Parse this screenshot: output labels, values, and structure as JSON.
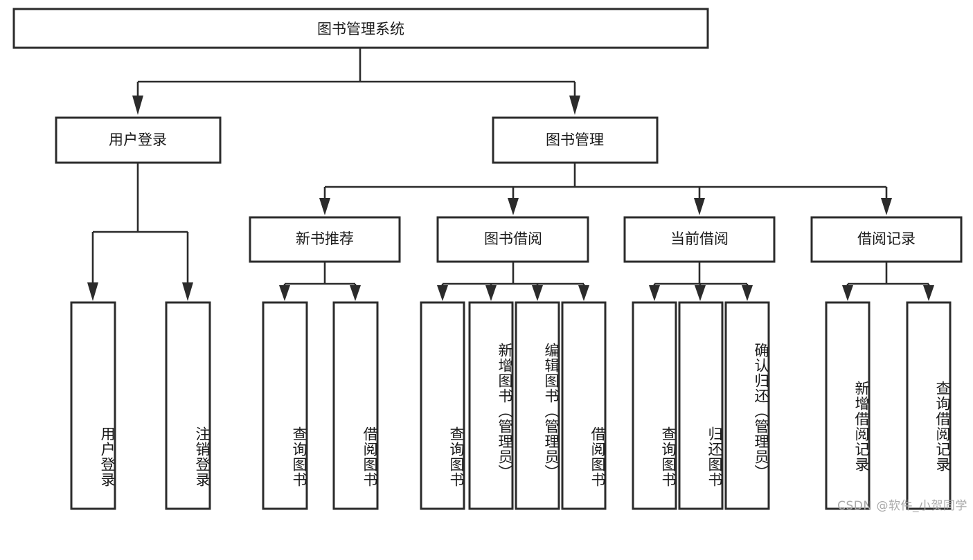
{
  "diagram": {
    "type": "tree",
    "title": "图书管理系统",
    "watermark": "CSDN @软件_小贺同学",
    "root": {
      "id": "root",
      "label": "图书管理系统",
      "orientation": "horizontal"
    },
    "level1": [
      {
        "id": "user-login",
        "label": "用户登录",
        "orientation": "horizontal"
      },
      {
        "id": "book-management",
        "label": "图书管理",
        "orientation": "horizontal"
      }
    ],
    "level2": [
      {
        "id": "new-book-recommend",
        "label": "新书推荐",
        "parent": "book-management",
        "orientation": "horizontal"
      },
      {
        "id": "book-borrow",
        "label": "图书借阅",
        "parent": "book-management",
        "orientation": "horizontal"
      },
      {
        "id": "current-borrow",
        "label": "当前借阅",
        "parent": "book-management",
        "orientation": "horizontal"
      },
      {
        "id": "borrow-record",
        "label": "借阅记录",
        "parent": "book-management",
        "orientation": "horizontal"
      }
    ],
    "leaves": [
      {
        "id": "leaf-user-login",
        "label": "用户登录",
        "parent": "user-login",
        "orientation": "vertical"
      },
      {
        "id": "leaf-user-logout",
        "label": "注销登录",
        "parent": "user-login",
        "orientation": "vertical"
      },
      {
        "id": "leaf-query-book-1",
        "label": "查询图书",
        "parent": "new-book-recommend",
        "orientation": "vertical"
      },
      {
        "id": "leaf-borrow-book-1",
        "label": "借阅图书",
        "parent": "new-book-recommend",
        "orientation": "vertical"
      },
      {
        "id": "leaf-query-book-2",
        "label": "查询图书",
        "parent": "book-borrow",
        "orientation": "vertical"
      },
      {
        "id": "leaf-add-book",
        "label": "新增图书（管理员）",
        "parent": "book-borrow",
        "orientation": "vertical"
      },
      {
        "id": "leaf-edit-book",
        "label": "编辑图书（管理员）",
        "parent": "book-borrow",
        "orientation": "vertical"
      },
      {
        "id": "leaf-borrow-book-2",
        "label": "借阅图书",
        "parent": "book-borrow",
        "orientation": "vertical"
      },
      {
        "id": "leaf-query-book-3",
        "label": "查询图书",
        "parent": "current-borrow",
        "orientation": "vertical"
      },
      {
        "id": "leaf-return-book",
        "label": "归还图书",
        "parent": "current-borrow",
        "orientation": "vertical"
      },
      {
        "id": "leaf-confirm-return",
        "label": "确认归还（管理员）",
        "parent": "current-borrow",
        "orientation": "vertical"
      },
      {
        "id": "leaf-add-record",
        "label": "新增借阅记录",
        "parent": "borrow-record",
        "orientation": "vertical"
      },
      {
        "id": "leaf-query-record",
        "label": "查询借阅记录",
        "parent": "borrow-record",
        "orientation": "vertical"
      }
    ],
    "colors": {
      "box_stroke": "#2b2b2b",
      "box_fill": "#ffffff",
      "connector": "#2b2b2b",
      "text": "#1a1a1a",
      "watermark": "#a9a9a9",
      "background": "#ffffff"
    }
  }
}
